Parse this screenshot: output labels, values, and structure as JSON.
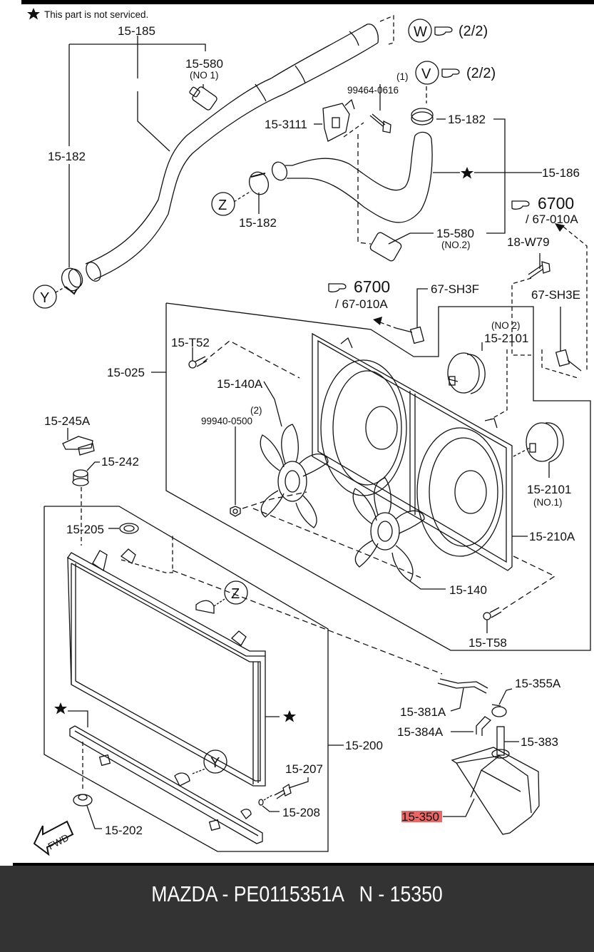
{
  "note": {
    "icon": "star-icon",
    "text": "This part is not serviced."
  },
  "callouts": [
    {
      "letter": "W",
      "ref": "(2/2)",
      "icon": "pointing-hand-icon"
    },
    {
      "letter": "V",
      "ref": "(2/2)",
      "icon": "pointing-hand-icon"
    },
    {
      "letter": "Z"
    },
    {
      "letter": "Y"
    }
  ],
  "section_refs": [
    {
      "icon": "pointing-hand-icon",
      "number": "6700",
      "sub": "/ 67-010A"
    },
    {
      "icon": "pointing-hand-icon",
      "number": "6700",
      "sub": "/ 67-010A"
    }
  ],
  "labels": {
    "p15_185": "15-185",
    "p15_580_no1": "15-580",
    "p15_580_no1_sub": "(NO 1)",
    "p15_182_left": "15-182",
    "p99464": "99464-0616",
    "p99464_qty": "(1)",
    "p15_3111": "15-3111",
    "p15_182_top": "15-182",
    "p15_186": "15-186",
    "p15_182_mid": "15-182",
    "p15_580_no2": "15-580",
    "p15_580_no2_sub": "(NO.2)",
    "p18_w79": "18-W79",
    "p67_sh3f": "67-SH3F",
    "p67_sh3e": "67-SH3E",
    "p15_2101_no2_sub": "(NO 2)",
    "p15_2101_no2": "15-2101",
    "p15_t52": "15-T52",
    "p15_025": "15-025",
    "p15_140a": "15-140A",
    "p99940_qty": "(2)",
    "p99940": "99940-0500",
    "p15_245a": "15-245A",
    "p15_242": "15-242",
    "p15_2101_no1": "15-2101",
    "p15_2101_no1_sub": "(NO.1)",
    "p15_205": "15-205",
    "p15_210a": "15-210A",
    "p15_140": "15-140",
    "p15_t58": "15-T58",
    "p15_355a": "15-355A",
    "p15_381a": "15-381A",
    "p15_384a": "15-384A",
    "p15_383": "15-383",
    "p15_200": "15-200",
    "p15_207": "15-207",
    "p15_208": "15-208",
    "p15_350": "15-350",
    "p15_202": "15-202",
    "fwd": "FWD"
  },
  "highlight": {
    "part": "15-350",
    "color": "#e8312f"
  },
  "footer": {
    "brand": "MAZDA",
    "part_number": "PE0115351A",
    "diagram_ref": "N - 15350",
    "title": "MAZDA - PE0115351A   N - 15350"
  }
}
